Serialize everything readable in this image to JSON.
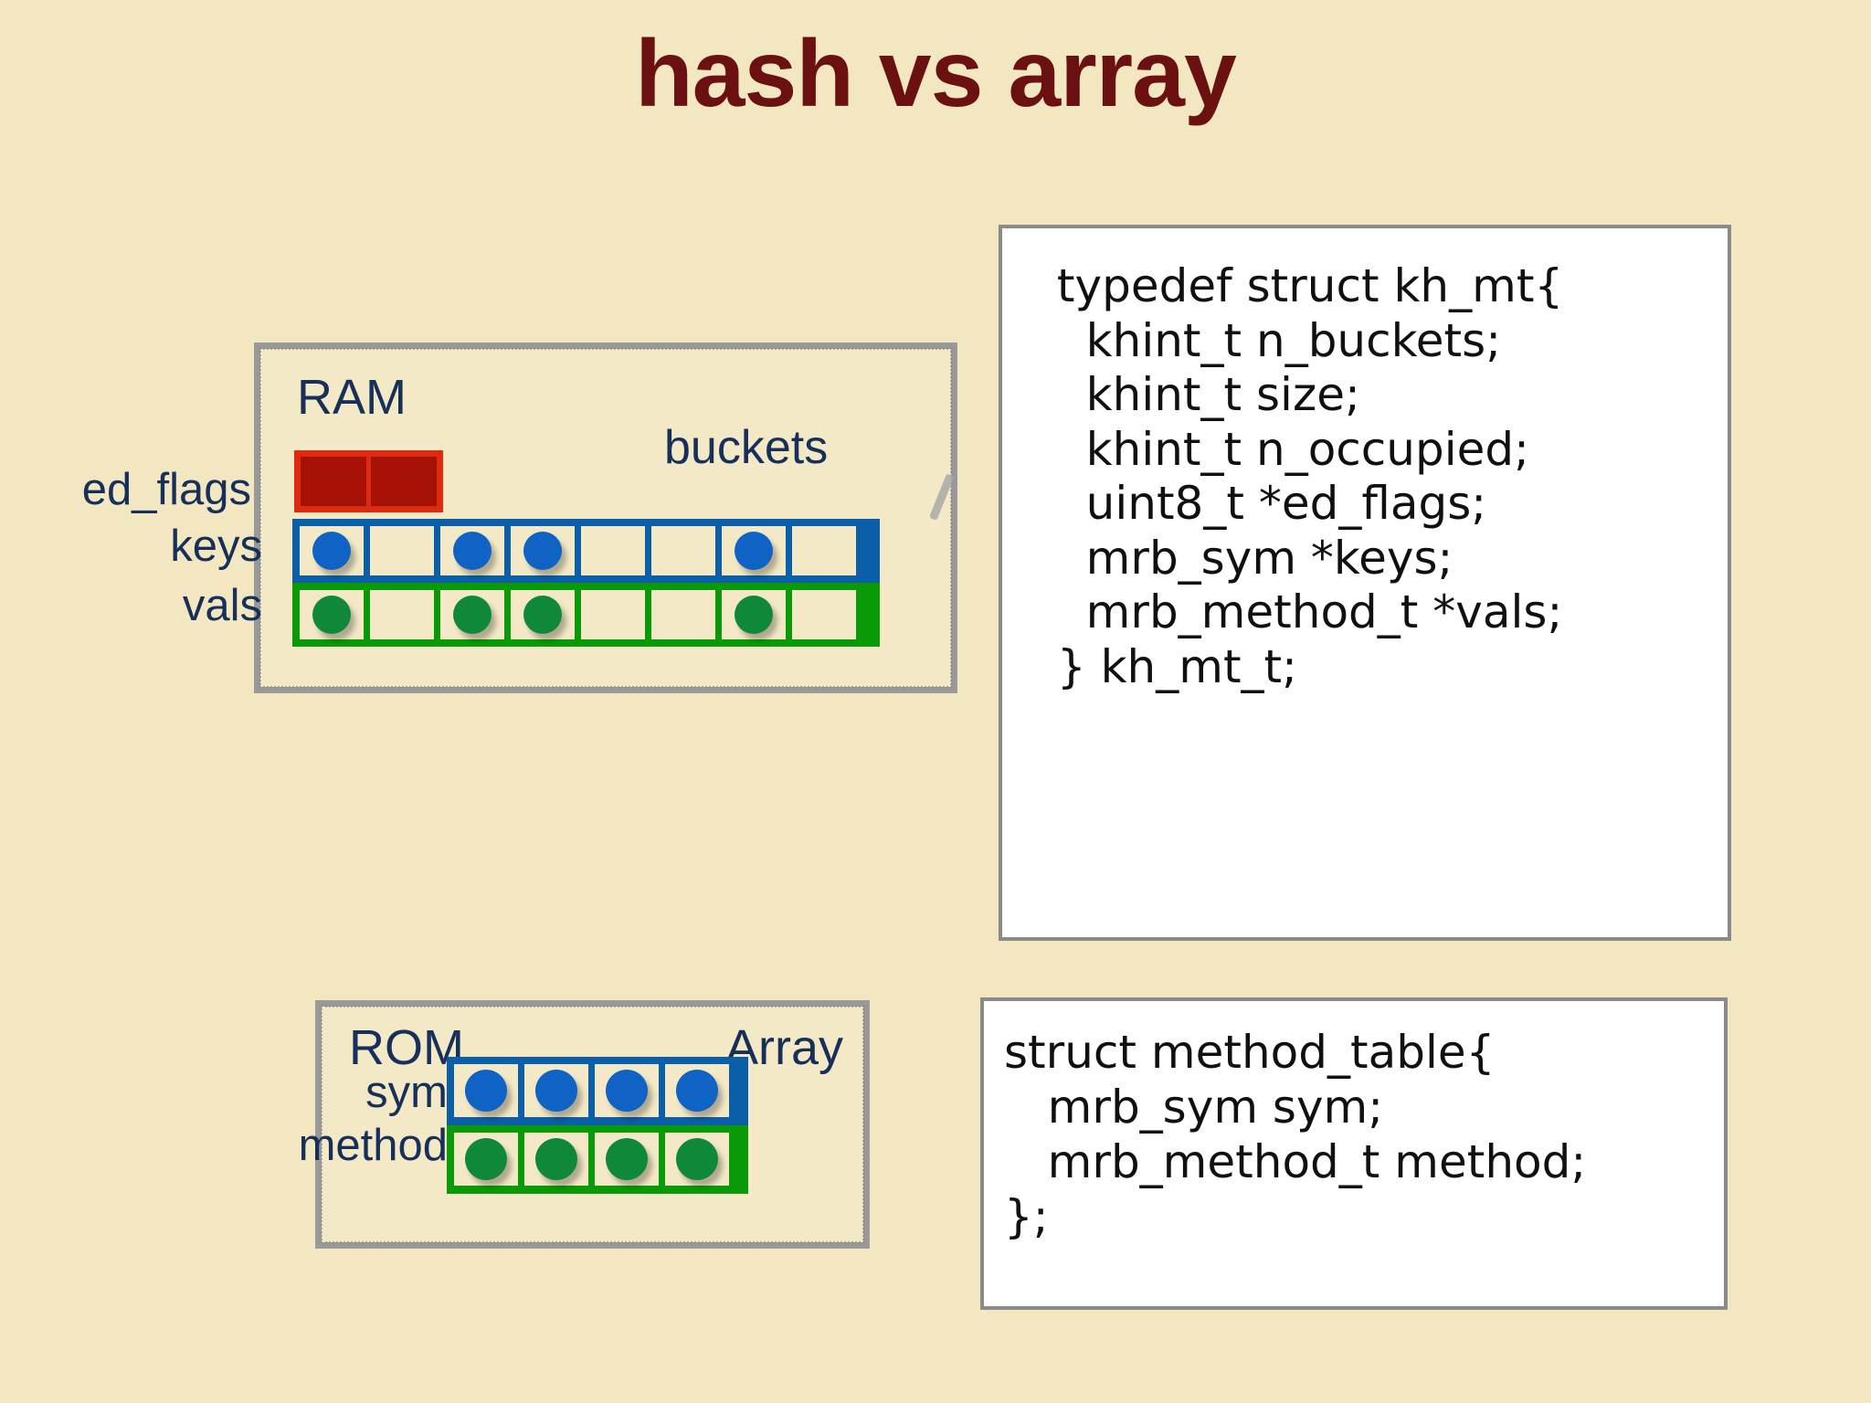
{
  "slide": {
    "title": "hash vs array",
    "background_color": "#F2E7C0",
    "title_color": "#6B1111"
  },
  "ram_diagram": {
    "caption": "RAM",
    "callout_label": "buckets",
    "row_labels": {
      "ed_flags": "ed_flags",
      "keys": "keys",
      "vals": "vals"
    },
    "ed_flags": {
      "cells": 2,
      "outer_color": "#DF2A10",
      "cell_color": "#A61106"
    },
    "keys_row": {
      "bucket_count": 8,
      "filled": [
        true,
        false,
        true,
        true,
        false,
        false,
        true,
        false
      ],
      "border_color": "#0B5EA8",
      "dot_color": "#0E63C4"
    },
    "vals_row": {
      "bucket_count": 8,
      "filled": [
        true,
        false,
        true,
        true,
        false,
        false,
        true,
        false
      ],
      "border_color": "#0A9A07",
      "dot_color": "#10883A"
    }
  },
  "rom_diagram": {
    "caption_left": "ROM",
    "caption_right": "Array",
    "row_labels": {
      "sym": "sym",
      "method": "method"
    },
    "sym_row": {
      "cell_count": 4,
      "filled": [
        true,
        true,
        true,
        true
      ],
      "border_color": "#0B5EA8",
      "dot_color": "#0E63C4"
    },
    "method_row": {
      "cell_count": 4,
      "filled": [
        true,
        true,
        true,
        true
      ],
      "border_color": "#0A9A07",
      "dot_color": "#10883A"
    }
  },
  "code_hash": {
    "lines": [
      " typedef struct kh_mt{",
      "   khint_t n_buckets;",
      "   khint_t size;",
      "   khint_t n_occupied;",
      "   uint8_t *ed_flags;",
      "   mrb_sym *keys;",
      "   mrb_method_t *vals;",
      " } kh_mt_t;"
    ]
  },
  "code_array": {
    "lines": [
      "struct method_table{",
      "   mrb_sym sym;",
      "   mrb_method_t method;",
      "};"
    ]
  }
}
